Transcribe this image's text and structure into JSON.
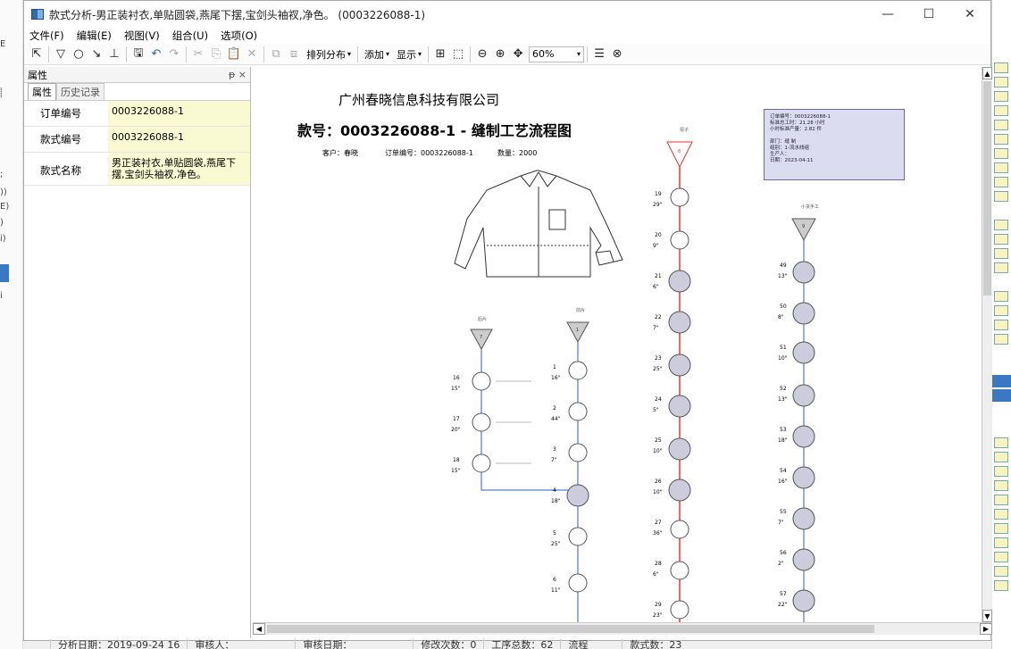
{
  "window": {
    "title": "款式分析-男正装衬衣,单贴圆袋,燕尾下摆,宝剑头袖衩,净色。 (0003226088-1)",
    "minimize": "—",
    "maximize": "☐",
    "close": "✕"
  },
  "menu": [
    "文件(F)",
    "编辑(E)",
    "视图(V)",
    "组合(U)",
    "选项(O)"
  ],
  "toolbar": {
    "arrange": "排列分布",
    "add": "添加",
    "show": "显示",
    "zoom": "60%"
  },
  "properties": {
    "title": "属性",
    "pin": "ᵽ ×",
    "tabs": [
      "属性",
      "历史记录"
    ],
    "rows": [
      {
        "key": "订单编号",
        "value": "0003226088-1"
      },
      {
        "key": "款式编号",
        "value": "0003226088-1"
      },
      {
        "key": "款式名称",
        "value": "男正装衬衣,单贴圆袋,燕尾下摆,宝剑头袖衩,净色。"
      }
    ]
  },
  "document": {
    "company": "广州春晓信息科技有限公司",
    "title": "款号：0003226088-1 - 缝制工艺流程图",
    "customer": "客户：春晓",
    "order": "订单编号：0003226088-1",
    "quantity": "数量：2000",
    "info_lines": [
      "订单编号：0003226088-1",
      "标准总工时：21.28 小时",
      "小时标准产量：2.82 件",
      "",
      "部门：缝 制",
      "组别：1-流水线组",
      "生产人：",
      "日期：2023-04-11"
    ],
    "columns": [
      {
        "label": "后片",
        "node": "7",
        "color": "#999"
      },
      {
        "label": "前片",
        "node": "1",
        "color": "#999"
      },
      {
        "label": "领子",
        "node": "8",
        "color": "#e33"
      },
      {
        "label": "小货手工",
        "node": "9",
        "color": "#999"
      }
    ]
  },
  "status": {
    "date": "分析日期：2019-09-24 16",
    "reviewer": "审核人：",
    "review_date": "审核日期：",
    "edits": "修改次数：0",
    "total_steps": "工序总数：62",
    "flow": "流程",
    "styles": "款式数：23"
  }
}
